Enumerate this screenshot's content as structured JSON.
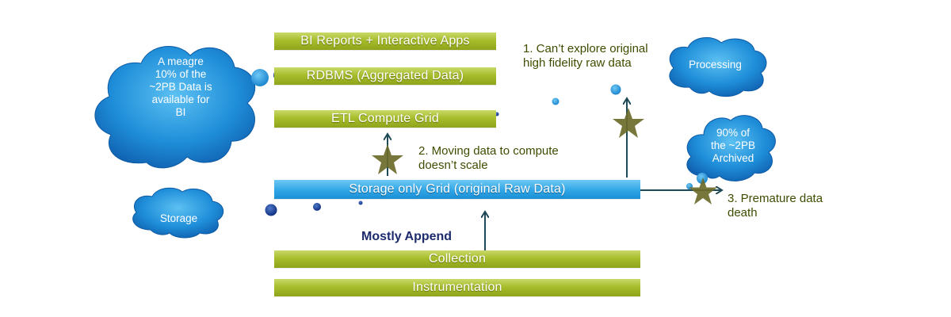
{
  "bars": {
    "bi_reports": "BI Reports + Interactive Apps",
    "rdbms": "RDBMS (Aggregated Data)",
    "etl": "ETL Compute Grid",
    "storage_grid": "Storage only Grid (original Raw Data)",
    "collection": "Collection",
    "instrumentation": "Instrumentation"
  },
  "clouds": {
    "meagre": [
      "A meagre",
      "10% of the",
      "~2PB Data is",
      "available for",
      "BI"
    ],
    "processing": "Processing",
    "archived": [
      "90% of",
      "the ~2PB",
      "Archived"
    ],
    "storage": "Storage"
  },
  "annotations": {
    "cant_explore": [
      "1. Can’t explore original",
      "high fidelity raw data"
    ],
    "moving_data": [
      "2. Moving data to compute",
      "doesn’t scale"
    ],
    "premature": [
      "3. Premature data",
      "death"
    ],
    "mostly_append": "Mostly Append"
  },
  "colors": {
    "green_bar": "#a8bd2c",
    "blue_bar": "#30a6e6",
    "cloud_blue": "#1a8bd8",
    "arrow": "#1e4a57",
    "star": "#6b6a2a",
    "annotation_text": "#3d4d00"
  }
}
